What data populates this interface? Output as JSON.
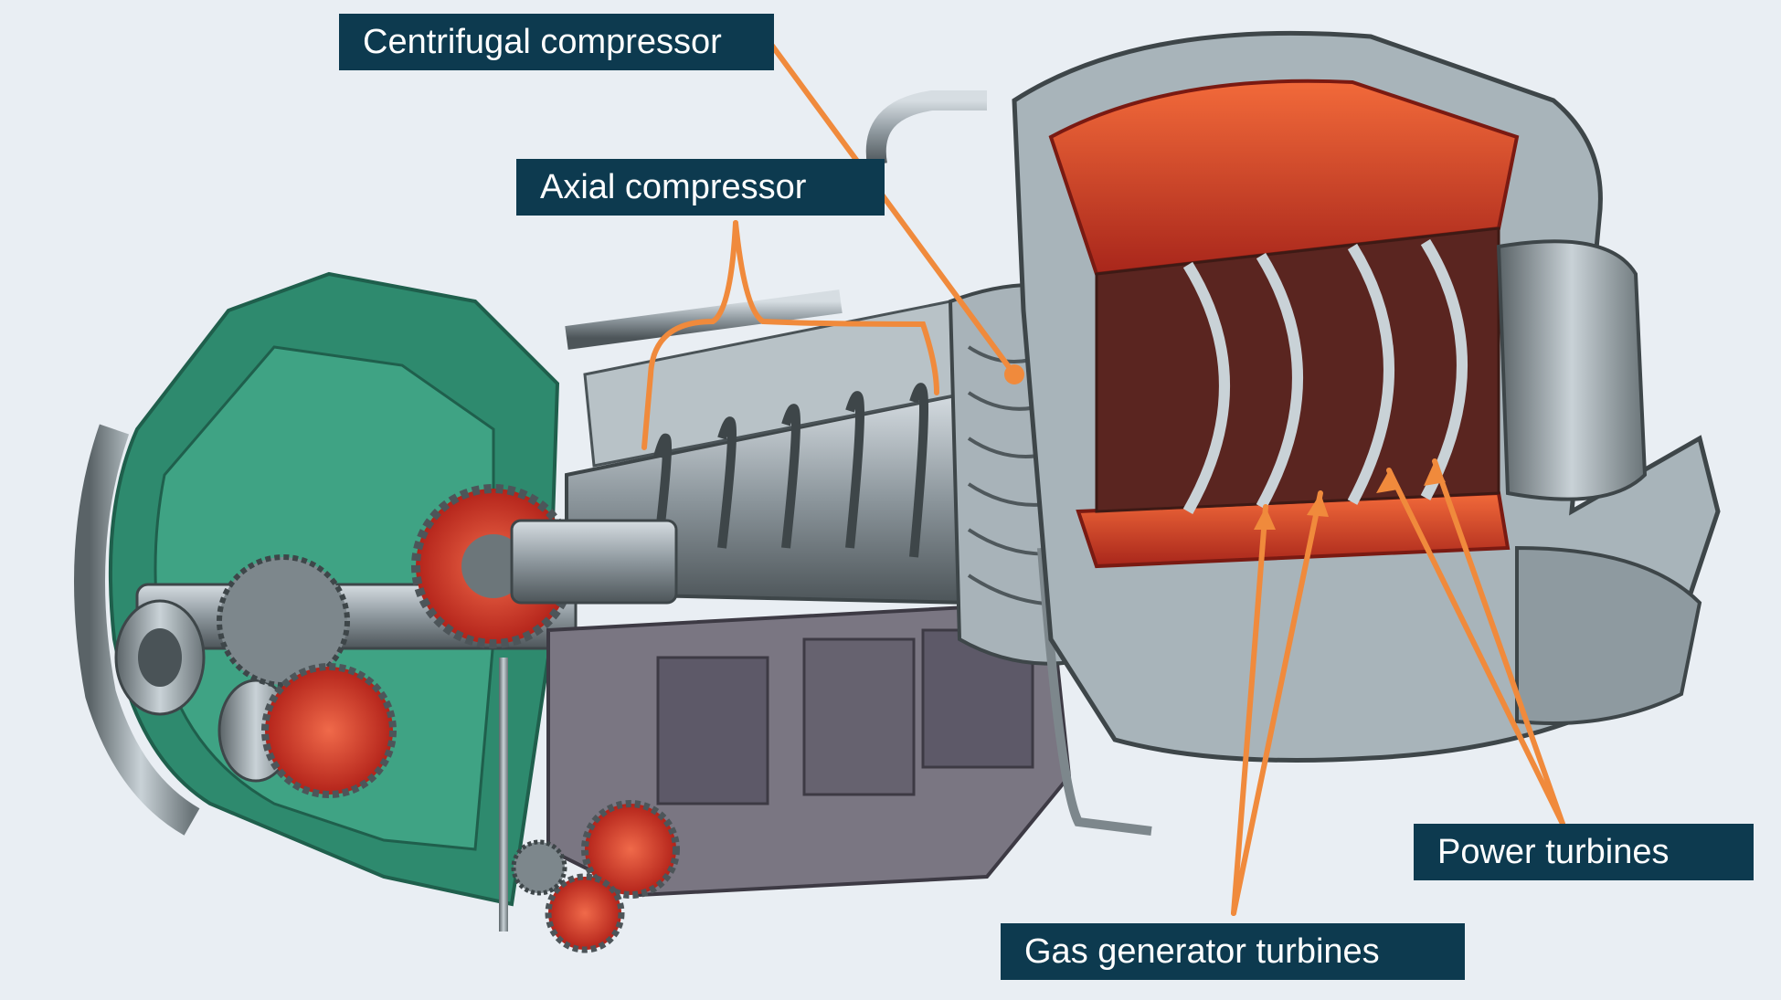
{
  "labels": {
    "centrifugal_compressor": "Centrifugal compressor",
    "axial_compressor": "Axial compressor",
    "power_turbines": "Power turbines",
    "gas_generator_turbines": "Gas generator turbines"
  },
  "colors": {
    "label_background": "#0d3a4f",
    "label_text": "#ffffff",
    "leader_line": "#f08a3c",
    "background": "#e9eef3",
    "gearbox_housing": "#2e8a6e",
    "combustor_hot": "#d9412a",
    "casing_metal": "#9aa6ad"
  }
}
